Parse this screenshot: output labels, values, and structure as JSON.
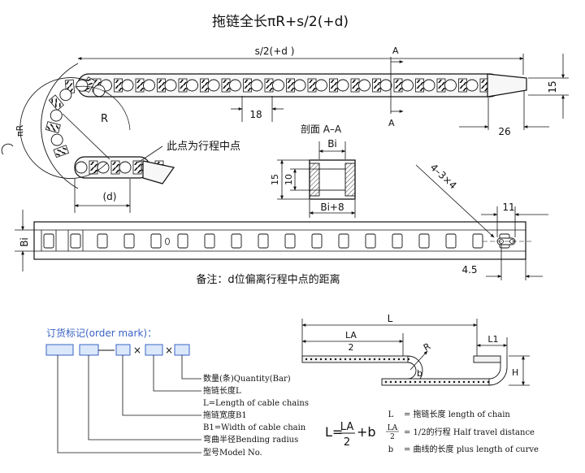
{
  "title": "拖链全长πR+s/2(+d)",
  "top_view": {
    "dim_half_travel": "s/2(+d )",
    "dim_pitch": "18",
    "dim_height": "15",
    "dim_end": "26",
    "label_radius": "R",
    "label_pi_r": "πR",
    "label_d": "(d)",
    "label_a1": "A",
    "label_a2": "A",
    "midpoint_note": "此点为行程中点"
  },
  "section": {
    "title": "剖面 A–A",
    "label_bi": "Bi",
    "label_15": "15",
    "label_10": "10",
    "label_bi8": "Bi+8"
  },
  "plan_view": {
    "label_bi": "Bi",
    "dim_11": "11",
    "dim_45": "4.5",
    "hole_note": "4–3×4"
  },
  "note": "备注：d位偏离行程中点的距离",
  "order": {
    "title": "订货标记(order mark)：",
    "legend": [
      "数量(条)Quantity(Bar)",
      "拖链长度L",
      "L=Length of cable chains",
      "拖链宽度B1",
      "B1=Width of cable chain",
      "弯曲半径Bending radius",
      "型号Model No."
    ]
  },
  "formula": {
    "dim_L": "L",
    "dim_LA_num": "LA",
    "dim_LA_den": "2",
    "dim_L1": "L1",
    "label_R": "R",
    "label_b": "b",
    "label_H": "H",
    "formula_lhs": "L=",
    "formula_num": "LA",
    "formula_den": "2",
    "formula_rhs": "+b",
    "legend": [
      {
        "sym": "L",
        "text": "= 拖链长度  length of chain"
      },
      {
        "sym_num": "LA",
        "sym_den": "2",
        "text": "= 1/2的行程  Half travel distance"
      },
      {
        "sym": "b",
        "text": "= 曲线的长度  plus length of curve"
      }
    ]
  }
}
